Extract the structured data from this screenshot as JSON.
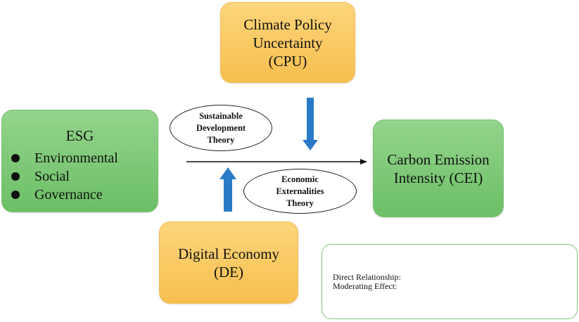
{
  "nodes": {
    "cpu": {
      "label": "Climate Policy\nUncertainty\n(CPU)"
    },
    "esg": {
      "title": "ESG",
      "items": [
        "Environmental",
        "Social",
        "Governance"
      ]
    },
    "cei": {
      "label": "Carbon Emission\nIntensity (CEI)"
    },
    "de": {
      "label": "Digital Economy\n(DE)"
    }
  },
  "theories": {
    "sustainable": "Sustainable\nDevelopment\nTheory",
    "economic": "Economic\nExternalities\nTheory"
  },
  "legend": {
    "direct": "Direct Relationship:",
    "moderating": "Moderating Effect:"
  },
  "colors": {
    "orange_box": "#f7bf4f",
    "green_box": "#6cbf66",
    "moderating_arrow": "#2a7ac7",
    "direct_arrow": "#111111"
  }
}
